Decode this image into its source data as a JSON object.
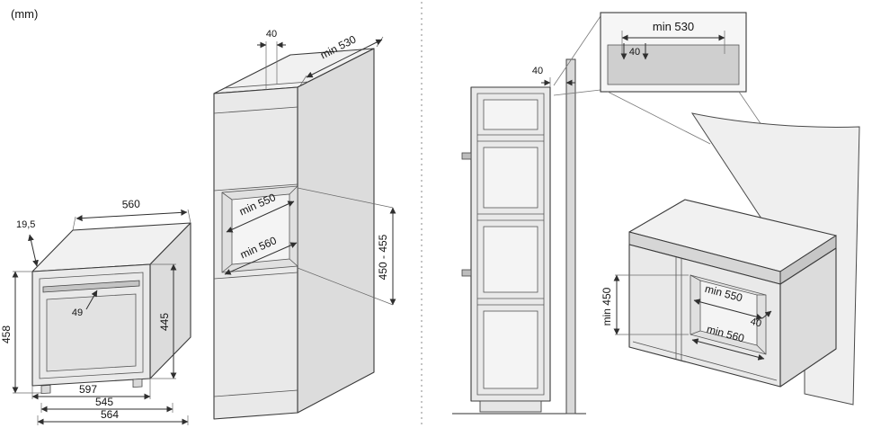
{
  "unit_label": "(mm)",
  "left_oven": {
    "front_frame_depth": "19,5",
    "width": "560",
    "height_total": "458",
    "handle_offset": "49",
    "front_height": "445",
    "body_width": "597",
    "depth_body": "545",
    "depth_total": "564"
  },
  "tall_cabinet": {
    "top_gap": "40",
    "depth_min": "min 530",
    "niche_width_min": "min 550",
    "niche_width_min2": "min 560",
    "niche_height": "450 - 455"
  },
  "side_view": {
    "wall_gap": "40"
  },
  "detail_inset": {
    "depth_min": "min 530",
    "vent_gap": "40"
  },
  "base_cabinet": {
    "niche_height_min": "min 450",
    "niche_width_min": "min 550",
    "rear_gap": "40",
    "niche_width_min2": "min 560"
  }
}
